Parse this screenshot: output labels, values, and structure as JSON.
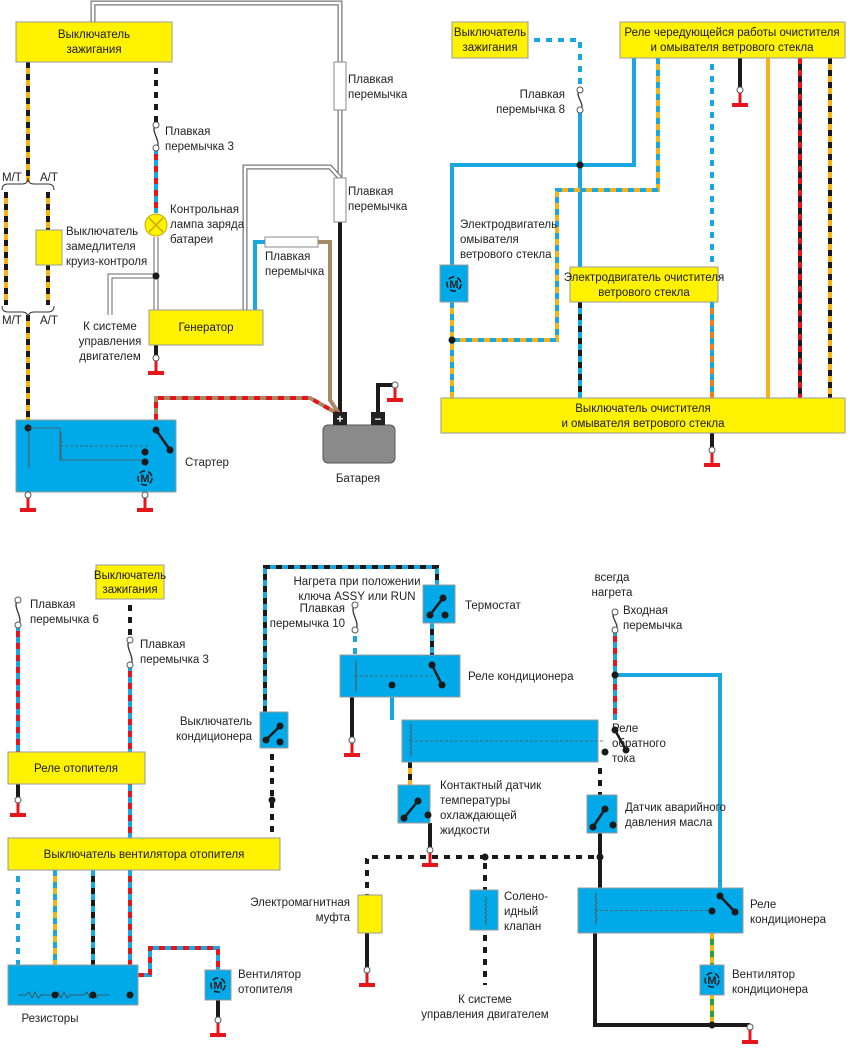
{
  "colors": {
    "yellow_box": "#fff200",
    "blue_box": "#00a9e8",
    "ground": "#e8141b",
    "wire_black": "#1a1a1a",
    "wire_blue": "#1aa6e0",
    "wire_yellow": "#f5b316",
    "wire_red": "#e8141b",
    "wire_brown": "#a68a64",
    "wire_orange": "#f07f20",
    "wire_green": "#2aa33a",
    "battery": "#8a8a8a"
  },
  "charging": {
    "ignition": [
      "Выключатель",
      "зажигания"
    ],
    "fuse_top": [
      "Плавкая",
      "перемычка"
    ],
    "fuse_mid": [
      "Плавкая",
      "перемычка"
    ],
    "fuse3": [
      "Плавкая",
      "перемычка 3"
    ],
    "mt_top": "M/T",
    "at_top": "A/T",
    "mt_bottom": "M/T",
    "at_bottom": "A/T",
    "cruise_switch": [
      "Выключатель",
      "замедлителя",
      "круиз-контроля"
    ],
    "lamp": [
      "Контрольная",
      "лампа заряда",
      "батареи"
    ],
    "fuse_gen": [
      "Плавкая",
      "перемычка"
    ],
    "engine_control": [
      "К системе",
      "управления",
      "двигателем"
    ],
    "generator": "Генератор",
    "starter": "Стартер",
    "battery": "Батарея",
    "battery_plus": "+",
    "battery_minus": "−",
    "motor": "M"
  },
  "wiper": {
    "ignition": [
      "Выключатель",
      "зажигания"
    ],
    "fuse8": [
      "Плавкая",
      "перемычка 8"
    ],
    "relay": [
      "Реле чередующейся работы очистителя",
      "и омывателя ветрового стекла"
    ],
    "washer_motor": [
      "Электродвигатель",
      "омывателя",
      "ветрового стекла"
    ],
    "wiper_motor": [
      "Электродвигатель очистителя",
      "ветрового стекла"
    ],
    "switch": [
      "Выключатель очистителя",
      "и омывателя ветрового стекла"
    ],
    "motor": "M"
  },
  "heater": {
    "ignition": [
      "Выключатель",
      "зажигания"
    ],
    "fuse6": [
      "Плавкая",
      "перемычка 6"
    ],
    "fuse3": [
      "Плавкая",
      "перемычка 3"
    ],
    "heater_relay": "Реле отопителя",
    "ac_switch": [
      "Выключатель",
      "кондиционера"
    ],
    "fan_switch": "Выключатель вентилятора отопителя",
    "resistors": "Резисторы",
    "heater_fan": [
      "Вентилятор",
      "отопителя"
    ],
    "motor": "M"
  },
  "ac": {
    "hot_note": [
      "Нагрета при положении",
      "ключа ASSY или RUN"
    ],
    "fuse10": [
      "Плавкая",
      "перемычка 10"
    ],
    "thermostat": "Термостат",
    "ac_relay1": "Реле кондиционера",
    "always_hot": [
      "всегда",
      "нагрета"
    ],
    "input_fuse": [
      "Входная",
      "перемычка"
    ],
    "reverse_relay": [
      "Реле",
      "обратного",
      "тока"
    ],
    "coolant_sensor": [
      "Контактный датчик",
      "температуры",
      "охлаждающей",
      "жидкости"
    ],
    "oil_sensor": [
      "Датчик аварийного",
      "давления масла"
    ],
    "clutch": [
      "Электромагнитная",
      "муфта"
    ],
    "solenoid": [
      "Солено-",
      "идный",
      "клапан"
    ],
    "engine_control": [
      "К системе",
      "управления двигателем"
    ],
    "ac_relay2": [
      "Реле",
      "кондиционера"
    ],
    "ac_fan": [
      "Вентилятор",
      "кондиционера"
    ],
    "motor": "M"
  }
}
